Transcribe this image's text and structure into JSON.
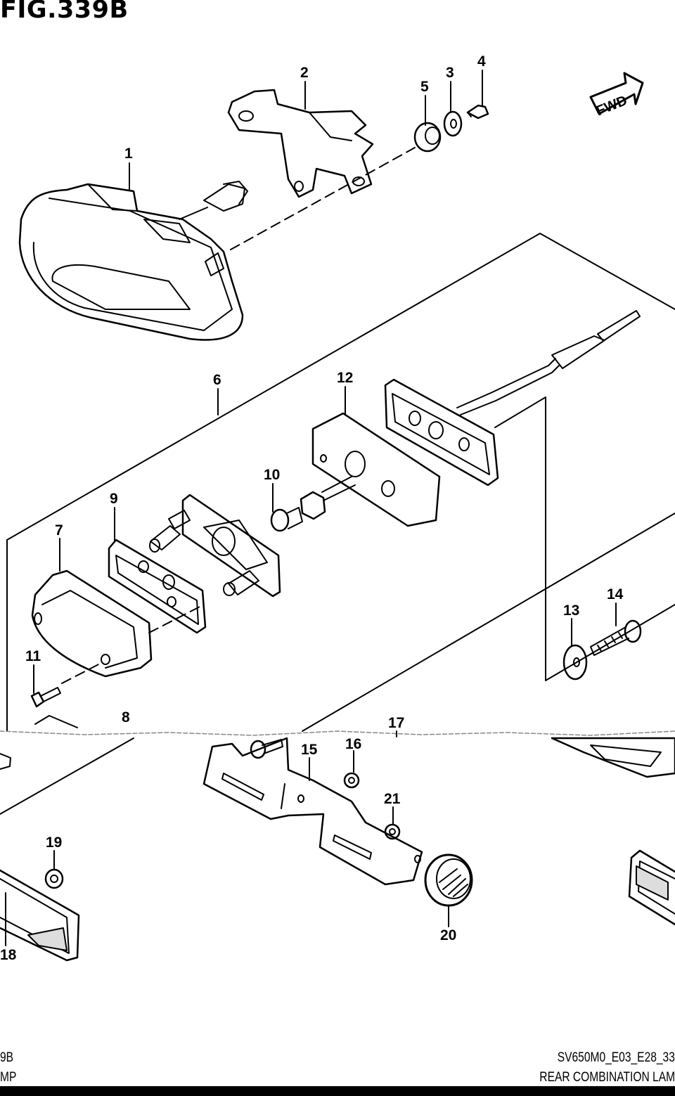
{
  "figure": {
    "title": "FIG.339B",
    "fwd_label": "FWD"
  },
  "callouts": [
    "1",
    "2",
    "3",
    "4",
    "5",
    "6",
    "7",
    "8",
    "9",
    "10",
    "11",
    "12",
    "13",
    "14",
    "15",
    "16",
    "17",
    "18",
    "19",
    "20",
    "21"
  ],
  "footer": {
    "left_line1": "9B",
    "left_line2": "MP",
    "right_line1": "SV650M0_E03_E28_33",
    "right_line2": "REAR COMBINATION LAM"
  },
  "colors": {
    "line": "#000000",
    "background": "#ffffff"
  }
}
